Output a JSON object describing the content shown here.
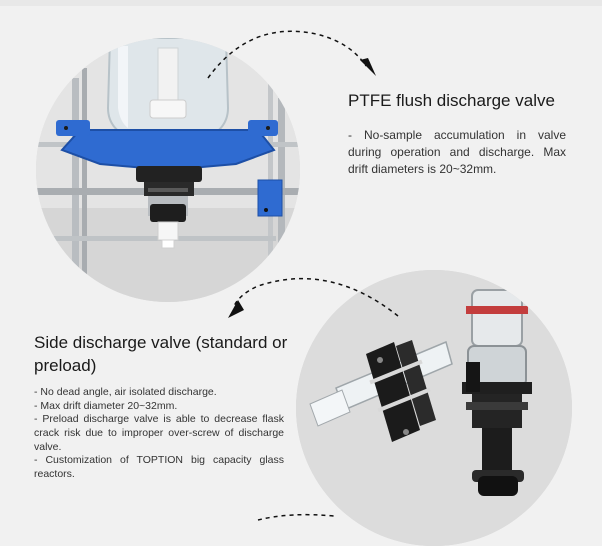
{
  "section1": {
    "title": "PTFE flush discharge valve",
    "description": "- No-sample accumulation in valve during operation and discharge. Max drift diameters is 20~32mm."
  },
  "section2": {
    "title": "Side discharge valve (standard or preload)",
    "items": [
      "- No dead angle, air isolated discharge.",
      "- Max drift diameter 20~32mm.",
      "- Preload discharge valve is able to decrease flask crack risk due to improper over-screw of discharge valve.",
      "- Customization of TOPTION big capacity glass reactors."
    ]
  },
  "colors": {
    "background": "#f1f1f1",
    "frame_blue": "#2f6bd1",
    "steel": "#b8bcc0",
    "arrow": "#111111"
  }
}
